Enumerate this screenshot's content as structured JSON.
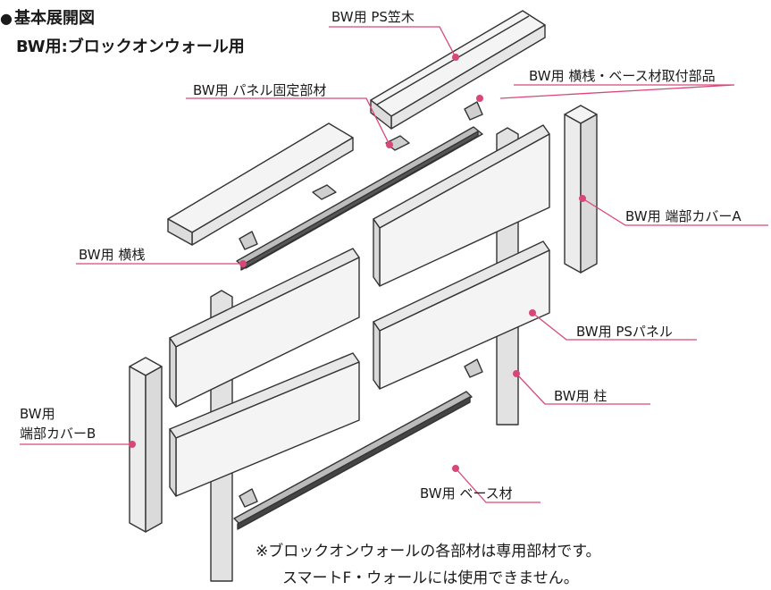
{
  "heading": {
    "bullet": "●",
    "title": "基本展開図",
    "subtitle": "BW用:ブロックオンウォール用"
  },
  "labels": {
    "ps_kasagi": "BW用 PS笠木",
    "yokosan_base_parts": "BW用 横桟・ベース材取付部品",
    "panel_kotei": "BW用 パネル固定部材",
    "end_cover_a": "BW用 端部カバーA",
    "yokosan": "BW用 横桟",
    "ps_panel": "BW用 PSパネル",
    "hashira": "BW用 柱",
    "end_cover_b_line1": "BW用",
    "end_cover_b_line2": "端部カバーB",
    "base": "BW用 ベース材"
  },
  "note": {
    "line1": "※ブロックオンウォールの各部材は専用部材です。",
    "line2": "スマートF・ウォールには使用できません。"
  },
  "colors": {
    "leader": "#d9467a",
    "dot": "#d9467a",
    "stroke": "#333333",
    "face": "#f2f2f2",
    "dark": "#444444"
  }
}
